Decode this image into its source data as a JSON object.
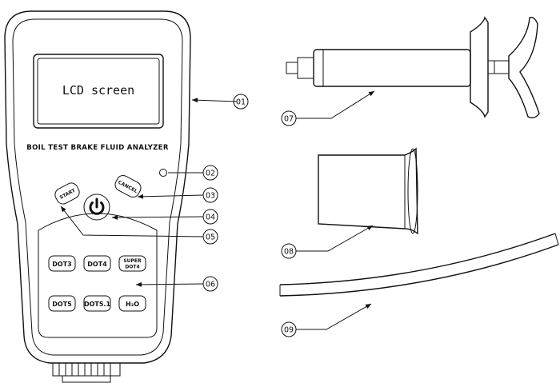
{
  "device": {
    "screen_label": "LCD screen",
    "title": "BOIL TEST BRAKE FLUID ANALYZER",
    "buttons": {
      "start": "START",
      "cancel": "CANCEL",
      "dot3": "DOT3",
      "dot4": "DOT4",
      "super_dot4_line1": "SUPER",
      "super_dot4_line2": "DOT4",
      "dot5": "DOT5",
      "dot51": "DOT5.1",
      "h2o": "H₂O"
    }
  },
  "callouts": [
    "01",
    "02",
    "03",
    "04",
    "05",
    "06",
    "07",
    "08",
    "09"
  ],
  "icons": {
    "power": "power-icon",
    "indicator": "indicator-light-icon",
    "syringe": "syringe-icon",
    "cup": "sample-cup-icon",
    "tube": "tube-icon"
  }
}
